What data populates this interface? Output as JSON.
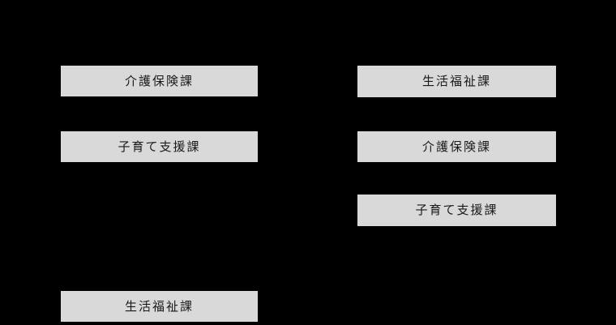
{
  "diagram": {
    "background_color": "#000000",
    "box_fill_color": "#d9d9d9",
    "box_text_color": "#1a1a1a",
    "left_column": [
      {
        "label": "介護保険課"
      },
      {
        "label": "子育て支援課"
      },
      {
        "label": "生活福祉課"
      }
    ],
    "right_column": [
      {
        "label": "生活福祉課"
      },
      {
        "label": "介護保険課"
      },
      {
        "label": "子育て支援課"
      }
    ]
  }
}
